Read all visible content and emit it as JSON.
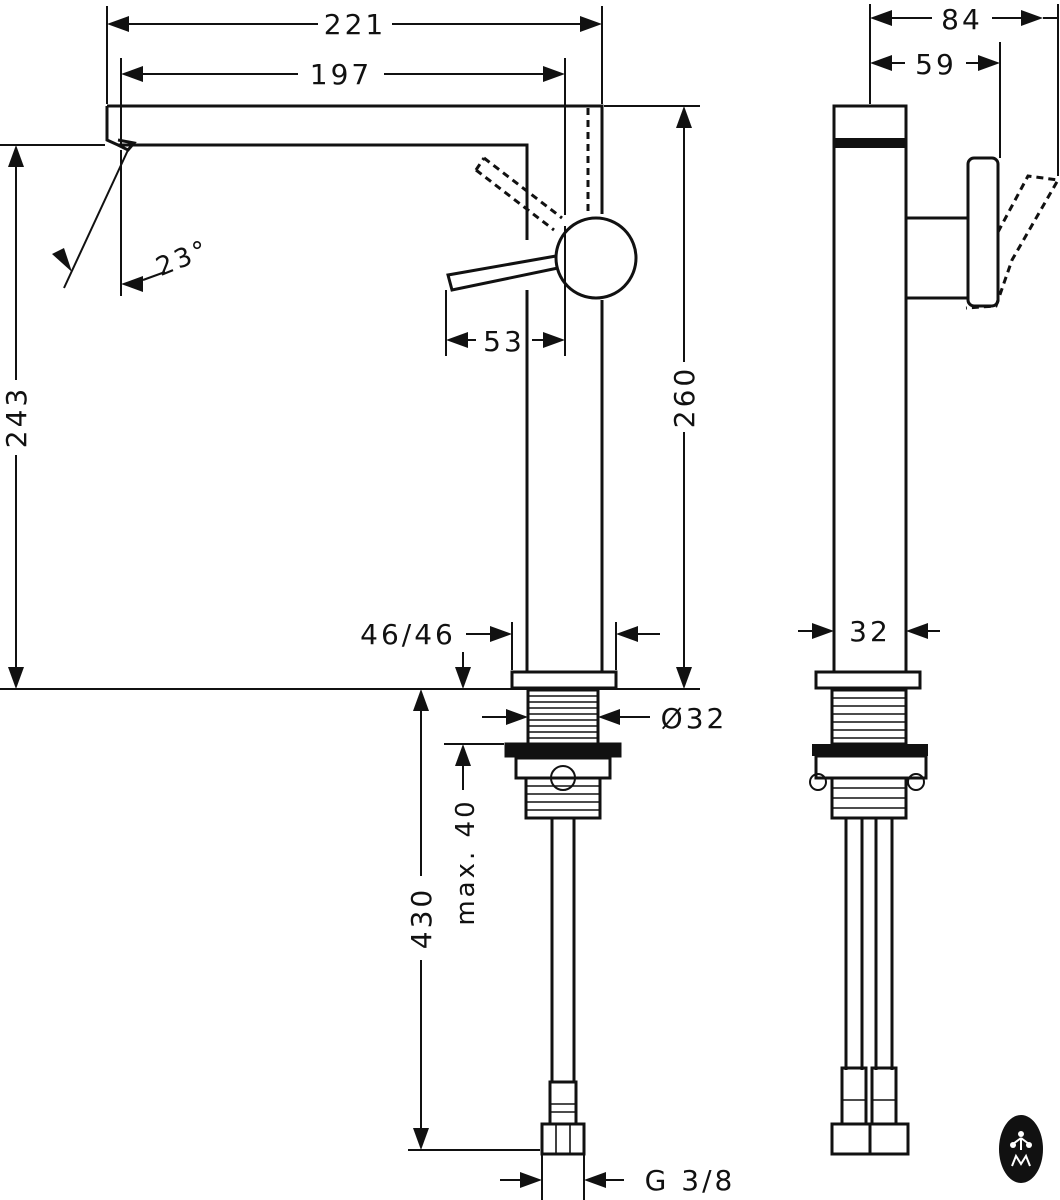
{
  "dimensions": {
    "overall_reach": "221",
    "spout_reach": "197",
    "side_depth_total": "84",
    "side_depth_lever": "59",
    "spout_angle": "23°",
    "lever_offset": "53",
    "spout_height": "243",
    "body_height": "260",
    "base_size": "46/46",
    "side_width": "32",
    "thread_diameter": "Ø32",
    "max_counter_thickness": "max. 40",
    "hose_length": "430",
    "connection_thread": "G 3/8"
  },
  "colors": {
    "line": "#111111",
    "background": "#ffffff"
  },
  "icons": {
    "brand_mark": "flower-badge-icon"
  }
}
